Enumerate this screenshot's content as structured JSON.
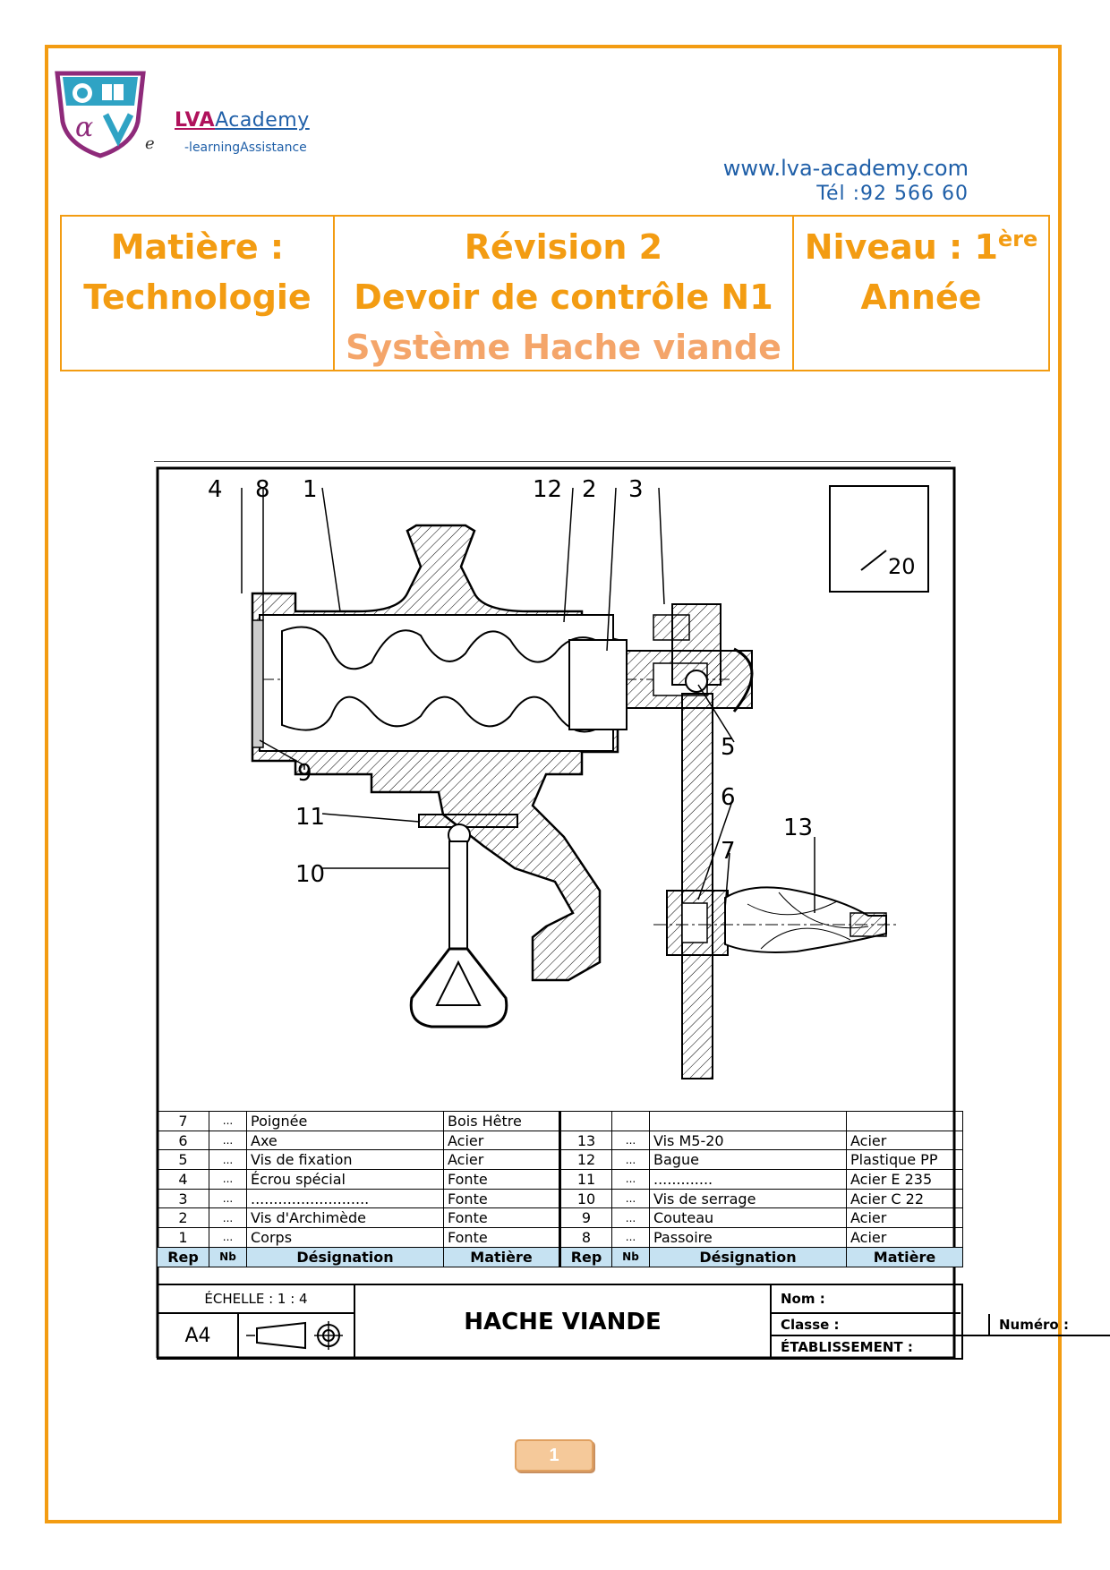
{
  "branding": {
    "name_part1": "LVA",
    "name_part2": "Academy",
    "e_letter": "e",
    "tagline": "-learningAssistance",
    "website": "www.lva-academy.com",
    "phone": "Tél :92 566 60",
    "colors": {
      "accent": "#F39C12",
      "brand_blue": "#1F5FA8",
      "brand_magenta": "#B0125C"
    }
  },
  "header": {
    "subject_label": "Matière :",
    "subject_value": "Technologie",
    "title1": "Révision 2",
    "title2": "Devoir de contrôle N1",
    "title3": "Système Hache viande",
    "level_label": "Niveau : 1",
    "level_sup": "ère",
    "level_value": "Année"
  },
  "drawing": {
    "roughness": "20",
    "callouts": [
      "4",
      "8",
      "1",
      "12",
      "2",
      "3",
      "5",
      "9",
      "11",
      "10",
      "6",
      "7",
      "13"
    ]
  },
  "bom": {
    "headers": {
      "rep": "Rep",
      "nb": "Nb",
      "designation": "Désignation",
      "material": "Matière"
    },
    "left": [
      {
        "rep": "7",
        "nb": "...",
        "designation": "Poignée",
        "material": "Bois   Hêtre"
      },
      {
        "rep": "6",
        "nb": "...",
        "designation": "Axe",
        "material": "Acier"
      },
      {
        "rep": "5",
        "nb": "...",
        "designation": "Vis de fixation",
        "material": "Acier"
      },
      {
        "rep": "4",
        "nb": "...",
        "designation": "Écrou spécial",
        "material": "Fonte"
      },
      {
        "rep": "3",
        "nb": "...",
        "designation": "..........................",
        "material": "Fonte"
      },
      {
        "rep": "2",
        "nb": "...",
        "designation": "Vis d'Archimède",
        "material": "Fonte"
      },
      {
        "rep": "1",
        "nb": "...",
        "designation": "Corps",
        "material": "Fonte"
      }
    ],
    "right": [
      {
        "rep": "",
        "nb": "",
        "designation": "",
        "material": ""
      },
      {
        "rep": "13",
        "nb": "...",
        "designation": "Vis M5-20",
        "material": "Acier"
      },
      {
        "rep": "12",
        "nb": "...",
        "designation": "Bague",
        "material": "Plastique  PP"
      },
      {
        "rep": "11",
        "nb": "...",
        "designation": ".............",
        "material": "Acier   E 235"
      },
      {
        "rep": "10",
        "nb": "...",
        "designation": "Vis de serrage",
        "material": "Acier   C 22"
      },
      {
        "rep": "9",
        "nb": "...",
        "designation": "Couteau",
        "material": "Acier"
      },
      {
        "rep": "8",
        "nb": "...",
        "designation": "Passoire",
        "material": "Acier"
      }
    ]
  },
  "cartouche": {
    "scale": "ÉCHELLE :  1 : 4",
    "format": "A4",
    "title": "HACHE VIANDE",
    "name": "Nom :",
    "class": "Classe :",
    "number": "Numéro :",
    "school": "ÉTABLISSEMENT :"
  },
  "page": {
    "number": "1"
  }
}
